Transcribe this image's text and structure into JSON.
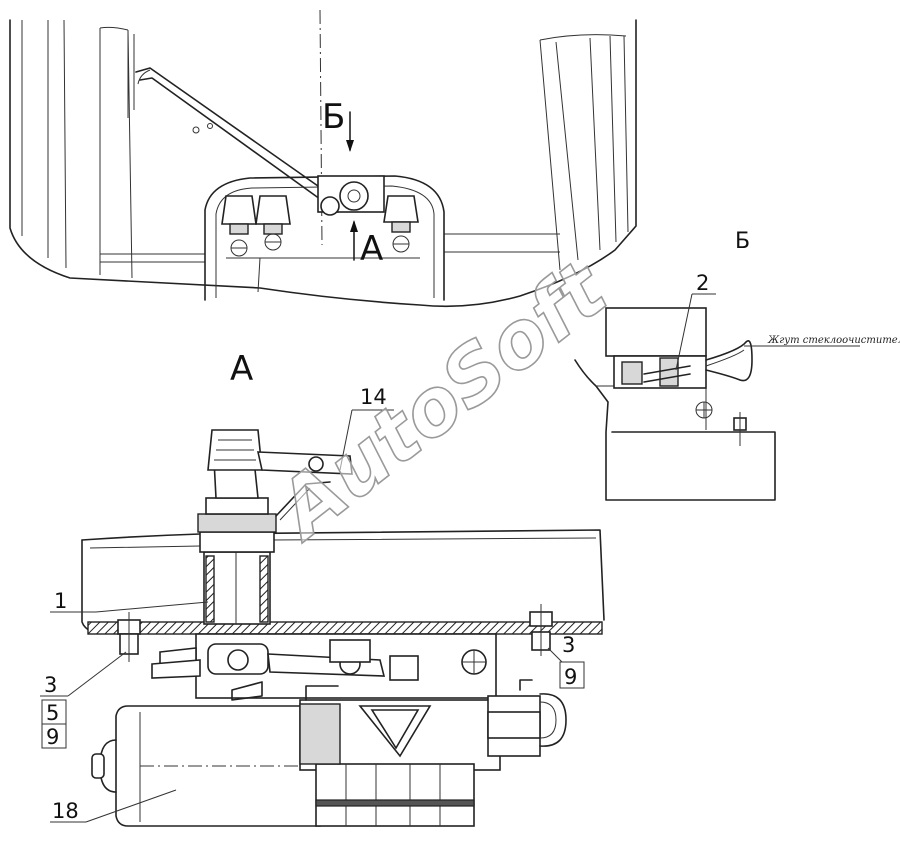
{
  "view_labels": {
    "section_b_arrow": "Б",
    "section_a_arrow": "А",
    "view_b_title": "Б",
    "view_a_title": "А"
  },
  "callouts": {
    "c1": "1",
    "c2": "2",
    "c3_left": "3",
    "c3_right": "3",
    "c5": "5",
    "c9_left": "9",
    "c9_right": "9",
    "c14": "14",
    "c18": "18"
  },
  "notes": {
    "harness": "Жгут стеклоочистителя"
  },
  "watermark": "AutoSoft",
  "colors": {
    "line": "#222222",
    "background": "#ffffff",
    "watermark_outline": "#9a9a9a"
  }
}
